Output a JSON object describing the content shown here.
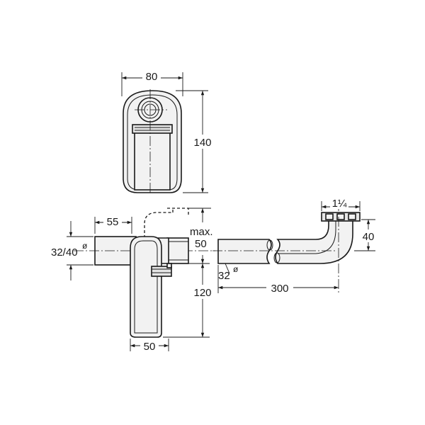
{
  "colors": {
    "line": "#1a1a1a",
    "fill": "#f2f2f2",
    "background": "#ffffff"
  },
  "dimensions": {
    "top_width": "80",
    "top_height": "140",
    "inlet_offset": "55",
    "inlet_diameter": "32/40",
    "diameter_symbol": "ø",
    "max_label": "max.",
    "max_value": "50",
    "body_height": "120",
    "body_width": "50",
    "thread_size": "1¼",
    "outlet_drop": "40",
    "pipe_diameter": "32",
    "pipe_length": "300"
  }
}
